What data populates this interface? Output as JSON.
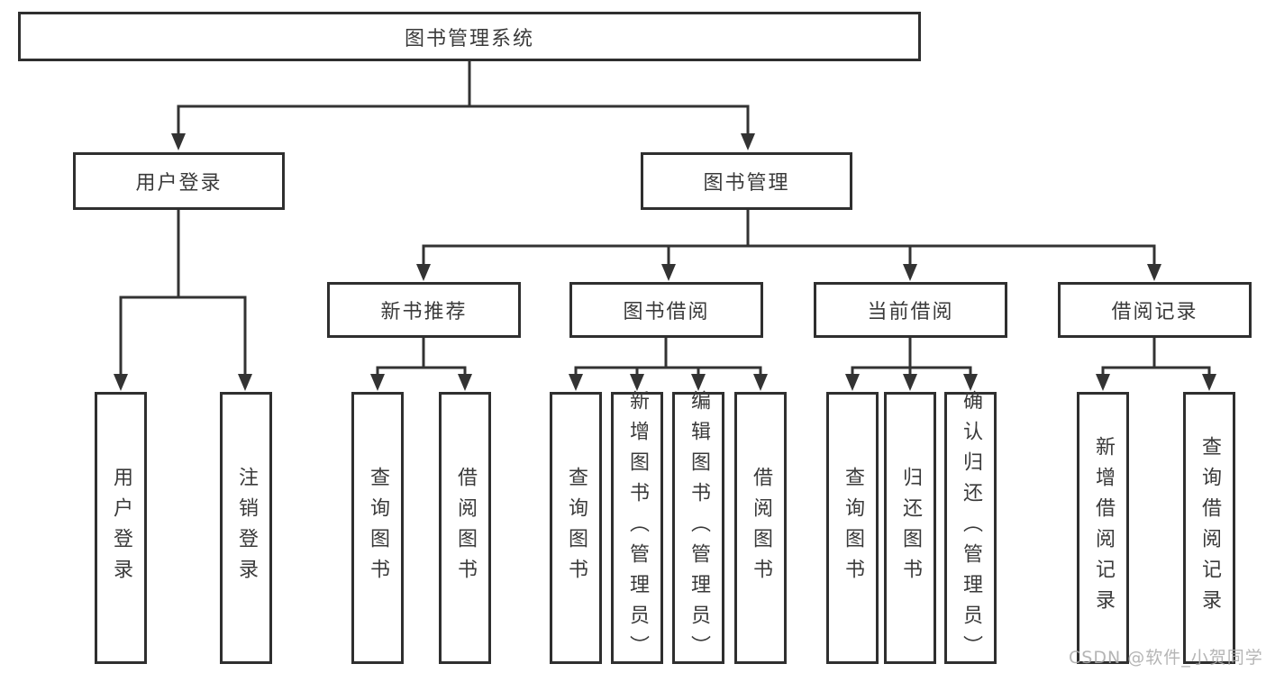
{
  "diagram": {
    "root": {
      "id": "library-management-system",
      "label": "图书管理系统"
    },
    "level2": [
      {
        "id": "user-login",
        "label": "用户登录"
      },
      {
        "id": "book-management",
        "label": "图书管理"
      }
    ],
    "level3": [
      {
        "id": "new-book-recommend",
        "label": "新书推荐",
        "parent": "book-management"
      },
      {
        "id": "book-borrowing",
        "label": "图书借阅",
        "parent": "book-management"
      },
      {
        "id": "current-borrowing",
        "label": "当前借阅",
        "parent": "book-management"
      },
      {
        "id": "borrowing-records",
        "label": "借阅记录",
        "parent": "book-management"
      }
    ],
    "leaves": [
      {
        "id": "user-login-action",
        "label": "用户登录",
        "parent": "user-login"
      },
      {
        "id": "logout-action",
        "label": "注销登录",
        "parent": "user-login"
      },
      {
        "id": "query-books-recommend",
        "label": "查询图书",
        "parent": "new-book-recommend"
      },
      {
        "id": "borrow-books-recommend",
        "label": "借阅图书",
        "parent": "new-book-recommend"
      },
      {
        "id": "query-books-borrowing",
        "label": "查询图书",
        "parent": "book-borrowing"
      },
      {
        "id": "add-book-admin",
        "label": "新增图书（管理员）",
        "parent": "book-borrowing"
      },
      {
        "id": "edit-book-admin",
        "label": "编辑图书（管理员）",
        "parent": "book-borrowing"
      },
      {
        "id": "borrow-books-borrowing",
        "label": "借阅图书",
        "parent": "book-borrowing"
      },
      {
        "id": "query-books-current",
        "label": "查询图书",
        "parent": "current-borrowing"
      },
      {
        "id": "return-books",
        "label": "归还图书",
        "parent": "current-borrowing"
      },
      {
        "id": "confirm-return-admin",
        "label": "确认归还（管理员）",
        "parent": "current-borrowing"
      },
      {
        "id": "add-borrow-record",
        "label": "新增借阅记录",
        "parent": "borrowing-records"
      },
      {
        "id": "query-borrow-record",
        "label": "查询借阅记录",
        "parent": "borrowing-records"
      }
    ]
  },
  "watermark": {
    "text": "CSDN @软件_小贺同学"
  },
  "colors": {
    "line": "#333333",
    "border": "#2f2f2f",
    "text": "#3a3a3a",
    "background": "#ffffff",
    "watermark": "#ababab"
  }
}
